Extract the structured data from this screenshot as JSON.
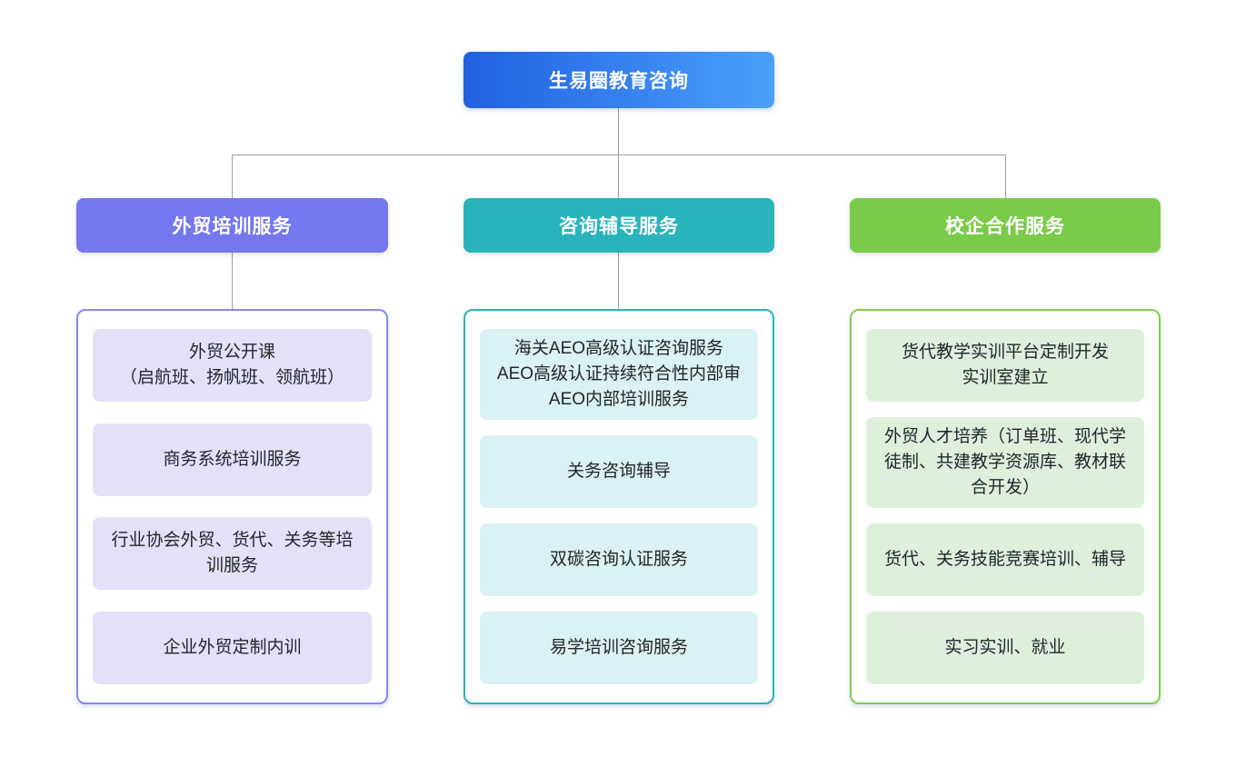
{
  "root": {
    "label": "生易圈教育咨询",
    "gradient_from": "#2060e2",
    "gradient_to": "#4ba0fa"
  },
  "palette": {
    "connector": "#9aa0a6",
    "item_text": "#22262b"
  },
  "columns": [
    {
      "header": "外贸培训服务",
      "header_color": "#7477ee",
      "border_color": "#8487f2",
      "item_bg": "#e3e0f7",
      "items": [
        {
          "text": "外贸公开课\n（启航班、扬帆班、领航班）"
        },
        {
          "text": "商务系统培训服务"
        },
        {
          "text": "行业协会外贸、货代、关务等培训服务"
        },
        {
          "text": "企业外贸定制内训"
        }
      ]
    },
    {
      "header": "咨询辅导服务",
      "header_color": "#29b4bb",
      "border_color": "#2cb2ba",
      "item_bg": "#daf1f5",
      "items": [
        {
          "text": "海关AEO高级认证咨询服务\nAEO高级认证持续符合性内部审\nAEO内部培训服务"
        },
        {
          "text": "关务咨询辅导"
        },
        {
          "text": "双碳咨询认证服务"
        },
        {
          "text": "易学培训咨询服务"
        }
      ]
    },
    {
      "header": "校企合作服务",
      "header_color": "#7bcb4a",
      "border_color": "#7dd04c",
      "item_bg": "#def0dc",
      "items": [
        {
          "text": "货代教学实训平台定制开发\n实训室建立"
        },
        {
          "text": "外贸人才培养（订单班、现代学徒制、共建教学资源库、教材联合开发）"
        },
        {
          "text": "货代、关务技能竞赛培训、辅导"
        },
        {
          "text": "实习实训、就业"
        }
      ]
    }
  ]
}
